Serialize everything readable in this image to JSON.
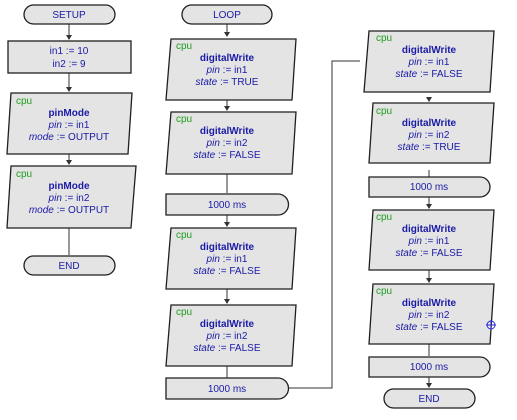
{
  "setup": {
    "start_label": "SETUP",
    "init_line1": "in1 := 10",
    "init_line2": "in2 := 9",
    "block1": {
      "tag": "cpu",
      "title": "pinMode",
      "p1_name": "pin",
      "p1_val": " := in1",
      "p2_name": "mode",
      "p2_val": " := OUTPUT"
    },
    "block2": {
      "tag": "cpu",
      "title": "pinMode",
      "p1_name": "pin",
      "p1_val": " := in2",
      "p2_name": "mode",
      "p2_val": " := OUTPUT"
    },
    "end_label": "END"
  },
  "loop": {
    "start_label": "LOOP",
    "block1": {
      "tag": "cpu",
      "title": "digitalWrite",
      "p1_name": "pin",
      "p1_val": " := in1",
      "p2_name": "state",
      "p2_val": " := TRUE"
    },
    "block2": {
      "tag": "cpu",
      "title": "digitalWrite",
      "p1_name": "pin",
      "p1_val": " := in2",
      "p2_name": "state",
      "p2_val": " := FALSE"
    },
    "delay1": "1000 ms",
    "block3": {
      "tag": "cpu",
      "title": "digitalWrite",
      "p1_name": "pin",
      "p1_val": " := in1",
      "p2_name": "state",
      "p2_val": " := FALSE"
    },
    "block4": {
      "tag": "cpu",
      "title": "digitalWrite",
      "p1_name": "pin",
      "p1_val": " := in2",
      "p2_name": "state",
      "p2_val": " := FALSE"
    },
    "delay2": "1000 ms"
  },
  "loop2": {
    "block1": {
      "tag": "cpu",
      "title": "digitalWrite",
      "p1_name": "pin",
      "p1_val": " := in1",
      "p2_name": "state",
      "p2_val": " := FALSE"
    },
    "block2": {
      "tag": "cpu",
      "title": "digitalWrite",
      "p1_name": "pin",
      "p1_val": " := in2",
      "p2_name": "state",
      "p2_val": " := TRUE"
    },
    "delay1": "1000 ms",
    "block3": {
      "tag": "cpu",
      "title": "digitalWrite",
      "p1_name": "pin",
      "p1_val": " := in1",
      "p2_name": "state",
      "p2_val": " := FALSE"
    },
    "block4": {
      "tag": "cpu",
      "title": "digitalWrite",
      "p1_name": "pin",
      "p1_val": " := in2",
      "p2_name": "state",
      "p2_val": " := FALSE"
    },
    "delay2": "1000 ms",
    "end_label": "END"
  },
  "colors": {
    "text": "#1a1aa6",
    "cpu_tag": "#1e9c1e",
    "shape_fill": "#e4e4e4",
    "outline": "#1f1f1f"
  },
  "icons": {
    "connection_point": "crosshair-circle-icon"
  }
}
